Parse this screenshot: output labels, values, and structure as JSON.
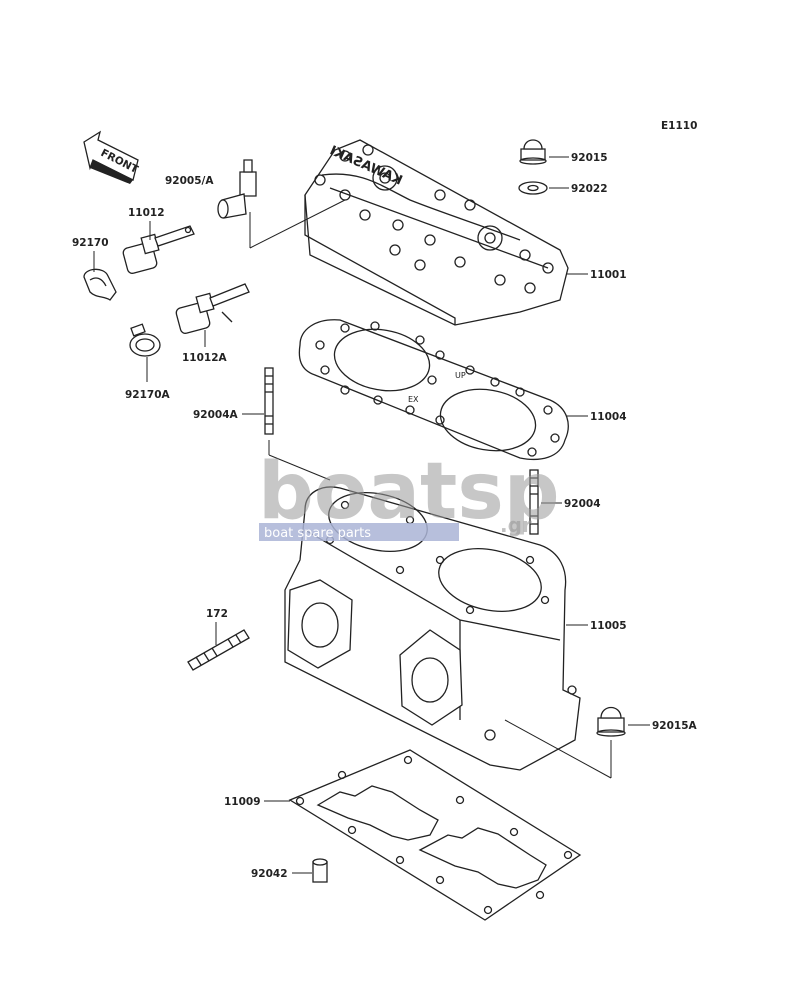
{
  "diagram_code": "E1110",
  "front_label": "FRONT",
  "head_lettering": "KAWASAKI",
  "gasket_marks": {
    "up": "UP",
    "ex": "EX"
  },
  "watermark": {
    "brand": "boatsp",
    "suffix": ".gr",
    "tagline": "boat spare parts"
  },
  "labels": {
    "p92015": "92015",
    "p92022": "92022",
    "p92005A": "92005/A",
    "p11012": "11012",
    "p92170": "92170",
    "p11001": "11001",
    "p11012A": "11012A",
    "p92170A": "92170A",
    "p92004A": "92004A",
    "p11004": "11004",
    "p92004": "92004",
    "p172": "172",
    "p11005": "11005",
    "p92015A": "92015A",
    "p11009": "11009",
    "p92042": "92042"
  }
}
